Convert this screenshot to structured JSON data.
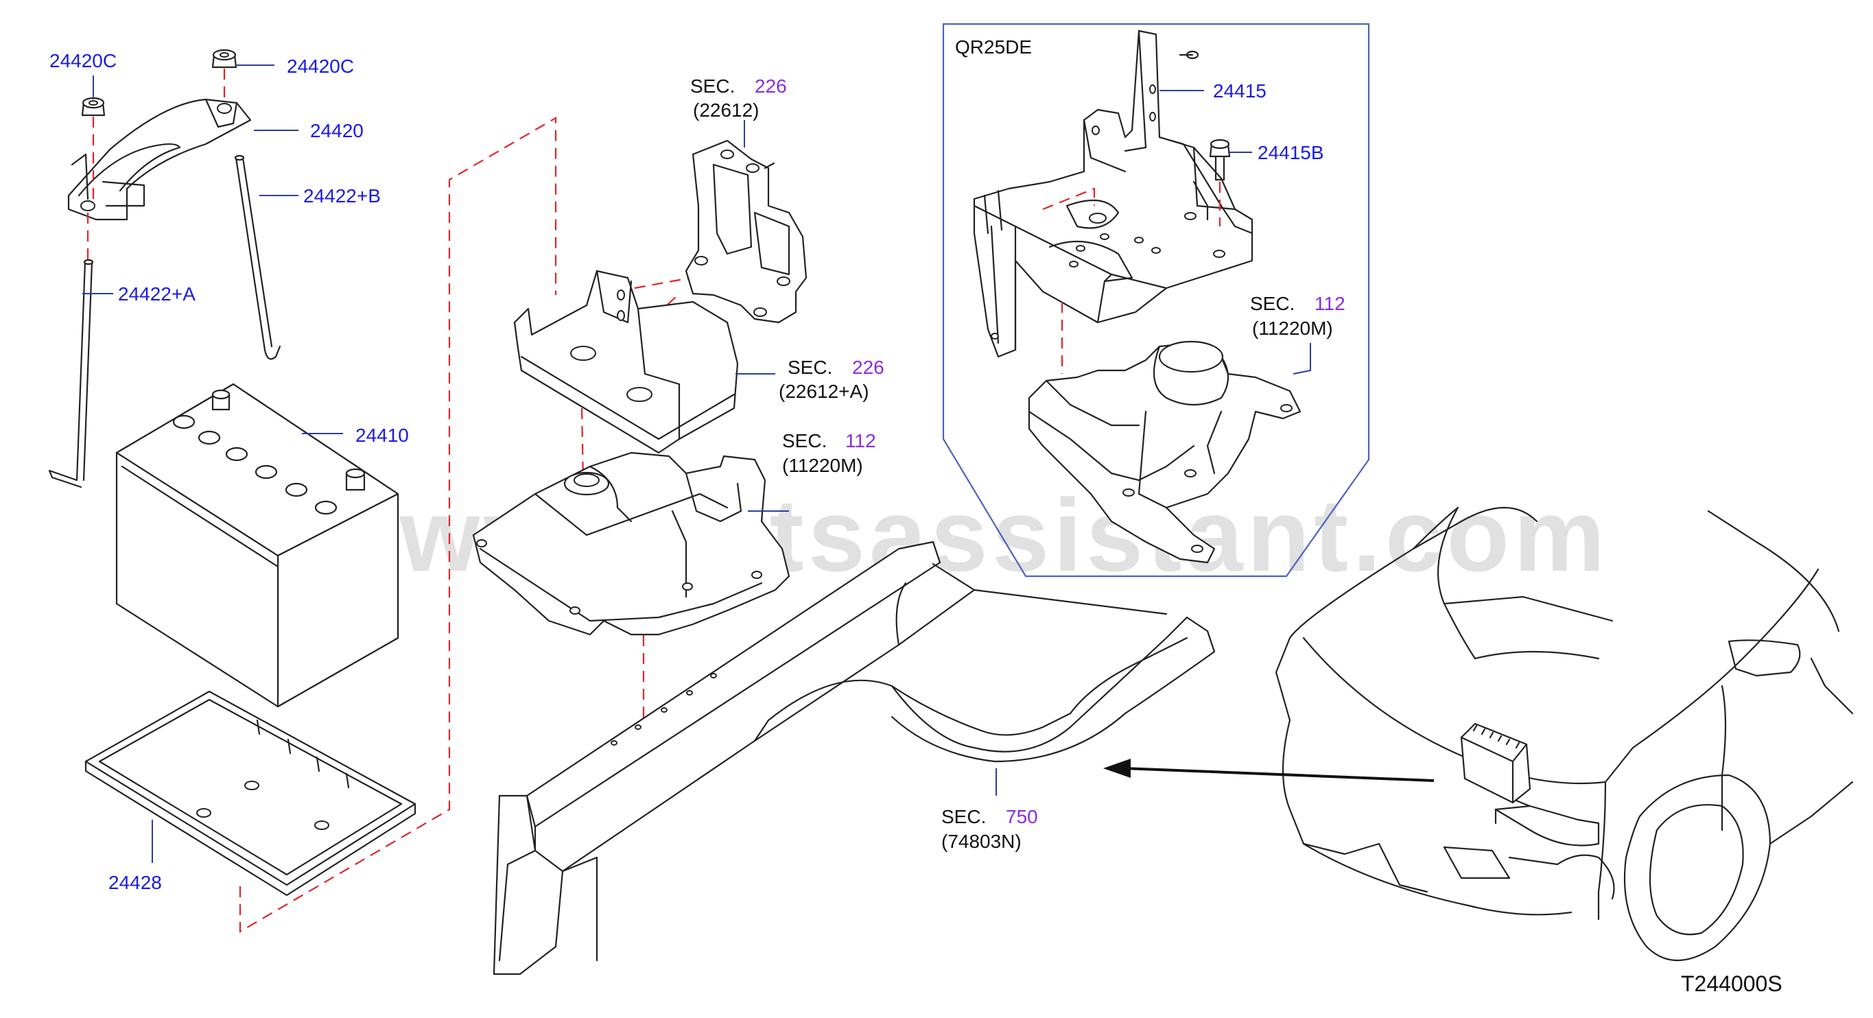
{
  "diagram_code": "T244000S",
  "watermark": "www.partsassistant.com",
  "engine_variant_box": {
    "title": "QR25DE"
  },
  "part_labels": [
    {
      "id": "24420C-left",
      "text": "24420C"
    },
    {
      "id": "24420C-right",
      "text": "24420C"
    },
    {
      "id": "24420",
      "text": "24420"
    },
    {
      "id": "24422B",
      "text": "24422+B"
    },
    {
      "id": "24422A",
      "text": "24422+A"
    },
    {
      "id": "24410",
      "text": "24410"
    },
    {
      "id": "24428",
      "text": "24428"
    },
    {
      "id": "24415",
      "text": "24415"
    },
    {
      "id": "24415B",
      "text": "24415B"
    }
  ],
  "section_refs": [
    {
      "id": "sec-226-a",
      "prefix": "SEC.",
      "number": "226",
      "code": "(22612)"
    },
    {
      "id": "sec-226-b",
      "prefix": "SEC.",
      "number": "226",
      "code": "(22612+A)"
    },
    {
      "id": "sec-112-a",
      "prefix": "SEC.",
      "number": "112",
      "code": "(11220M)"
    },
    {
      "id": "sec-112-b",
      "prefix": "SEC.",
      "number": "112",
      "code": "(11220M)"
    },
    {
      "id": "sec-750",
      "prefix": "SEC.",
      "number": "750",
      "code": "(74803N)"
    }
  ],
  "colors": {
    "part_number": "#1a1ae6",
    "section_number": "#8a2be2",
    "text": "#111111",
    "dashed_guide": "#e0242a",
    "leader": "#2a3f9a",
    "box_border": "#4a63c0"
  }
}
